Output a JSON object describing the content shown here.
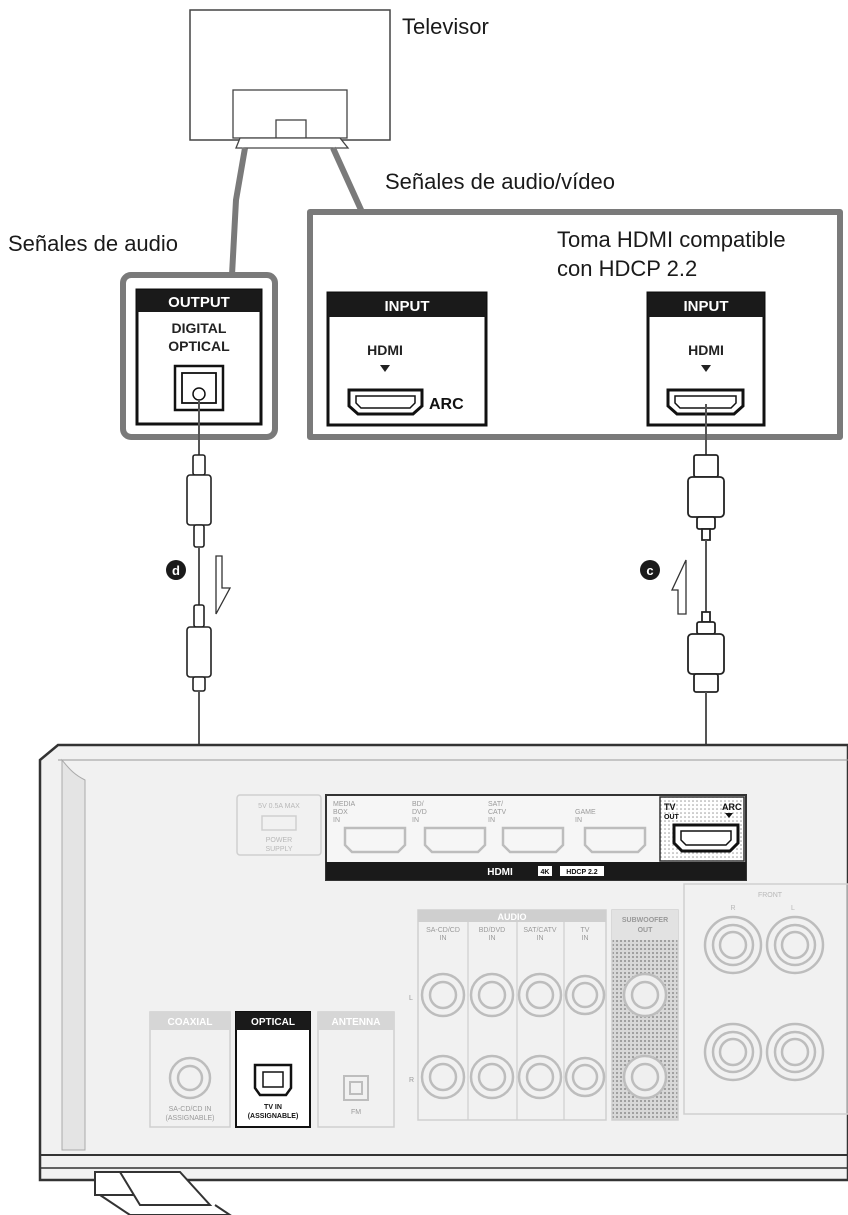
{
  "labels": {
    "tv": "Televisor",
    "av_signals": "Señales de audio/vídeo",
    "audio_signals": "Señales de audio",
    "hdcp_line1": "Toma HDMI compatible",
    "hdcp_line2": "con HDCP 2.2"
  },
  "tv_panel": {
    "output_header": "OUTPUT",
    "digital": "DIGITAL",
    "optical": "OPTICAL",
    "input_header_1": "INPUT",
    "hdmi_1": "HDMI",
    "arc": "ARC",
    "input_header_2": "INPUT",
    "hdmi_2": "HDMI"
  },
  "cables": {
    "d_label": "d",
    "c_label": "c"
  },
  "receiver": {
    "usb_label": "5V 0.5A MAX",
    "power_supply_1": "POWER",
    "power_supply_2": "SUPPLY",
    "hdmi_in_1a": "MEDIA",
    "hdmi_in_1b": "BOX",
    "hdmi_in_1c": "IN",
    "hdmi_in_2a": "BD/",
    "hdmi_in_2b": "DVD",
    "hdmi_in_2c": "IN",
    "hdmi_in_3a": "SAT/",
    "hdmi_in_3b": "CATV",
    "hdmi_in_3c": "IN",
    "hdmi_in_4a": "GAME",
    "hdmi_in_4b": "IN",
    "tv_out_1": "TV",
    "tv_out_2": "OUT",
    "arc": "ARC",
    "hdmi_bar": "HDMI",
    "hdmi_bar_4k": "4K",
    "hdmi_bar_hdcp": "HDCP 2.2",
    "front": "FRONT",
    "front_r": "R",
    "front_l": "L",
    "audio": "AUDIO",
    "audio_in_1a": "SA-CD/CD",
    "audio_in_1b": "IN",
    "audio_in_2a": "BD/DVD",
    "audio_in_2b": "IN",
    "audio_in_3a": "SAT/CATV",
    "audio_in_3b": "IN",
    "audio_in_4a": "TV",
    "audio_in_4b": "IN",
    "subwoofer_1": "SUBWOOFER",
    "subwoofer_2": "OUT",
    "coaxial": "COAXIAL",
    "coaxial_sub1": "SA-CD/CD IN",
    "coaxial_sub2": "(ASSIGNABLE)",
    "optical": "OPTICAL",
    "optical_sub1": "TV IN",
    "optical_sub2": "(ASSIGNABLE)",
    "antenna": "ANTENNA",
    "fm": "FM"
  }
}
